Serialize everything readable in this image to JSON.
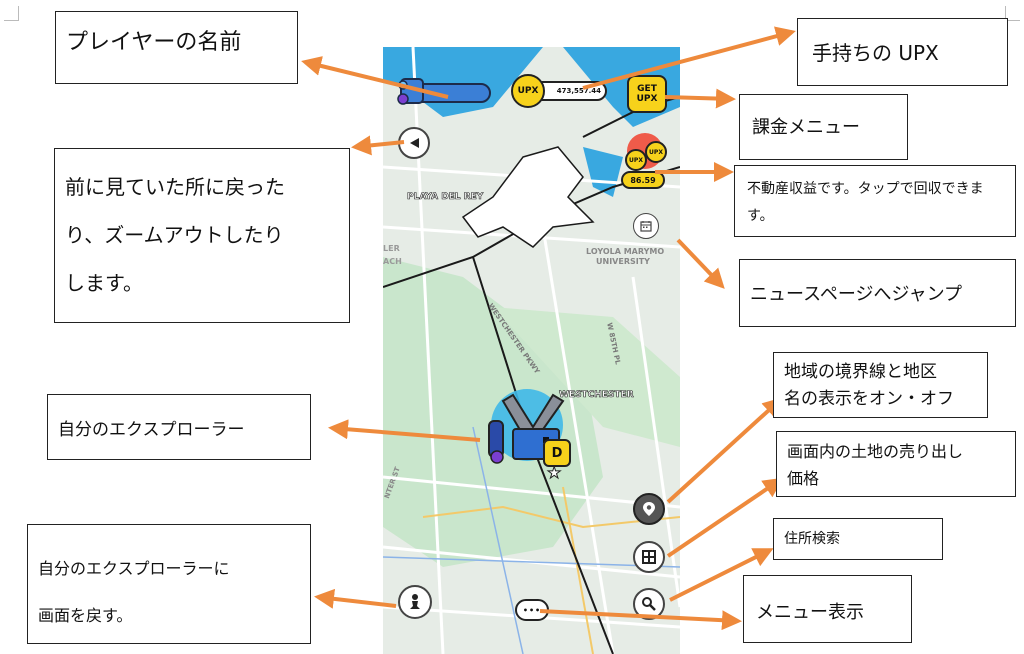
{
  "callouts": {
    "player_name": "プレイヤーの名前",
    "upx_held": "手持ちの UPX",
    "purchase_menu": "課金メニュー",
    "property_income": "不動産収益です。タップで回収できます。",
    "news_page": "ニュースページへジャンプ",
    "back_zoom_line1": "前に見ていた所に戻った",
    "back_zoom_line2": "り、ズームアウトしたり",
    "back_zoom_line3": "します。",
    "boundary_line1": "地域の境界線と地区",
    "boundary_line2": "名の表示をオン・オフ",
    "land_price_line1": "画面内の土地の売り出し",
    "land_price_line2": "価格",
    "my_explorer": "自分のエクスプローラー",
    "address_search": "住所検索",
    "return_explorer_line1": "自分のエクスプローラーに",
    "return_explorer_line2": "画面を戻す。",
    "menu_display": "メニュー表示"
  },
  "game": {
    "upx_coin": "UPX",
    "upx_balance": "473,557.44",
    "get_upx_line1": "GET",
    "get_upx_line2": "UPX",
    "income_coin_a": "UPX",
    "income_coin_b": "UPX",
    "income_amount": "86.59",
    "explorer_badge": "D",
    "menu_dots": "•••"
  },
  "map": {
    "playa_del_rey": "PLAYA DEL REY",
    "loyola_line1": "LOYOLA MARYMO",
    "loyola_line2": "UNIVERSITY",
    "westchester_pkwy": "WESTCHESTER PKWY",
    "w_85th": "W 85TH PL",
    "westchester": "WESTCHESTER",
    "ler": "LER",
    "ach": "ACH",
    "nter_st": "NTER ST"
  },
  "icons": {
    "back": "back-arrow-icon",
    "calendar": "calendar-icon",
    "pin": "map-pin-icon",
    "price": "price-tag-icon",
    "search": "search-icon",
    "explorer": "chess-pawn-icon",
    "menu": "more-dots-icon"
  },
  "colors": {
    "arrow": "#ee8a3c",
    "map_land": "#e6ece6",
    "map_park": "#c9e6cc",
    "water": "#39a8e0",
    "coin": "#f7d21b",
    "avatar": "#3b7fd6",
    "boundary": "#1a1a1a"
  }
}
